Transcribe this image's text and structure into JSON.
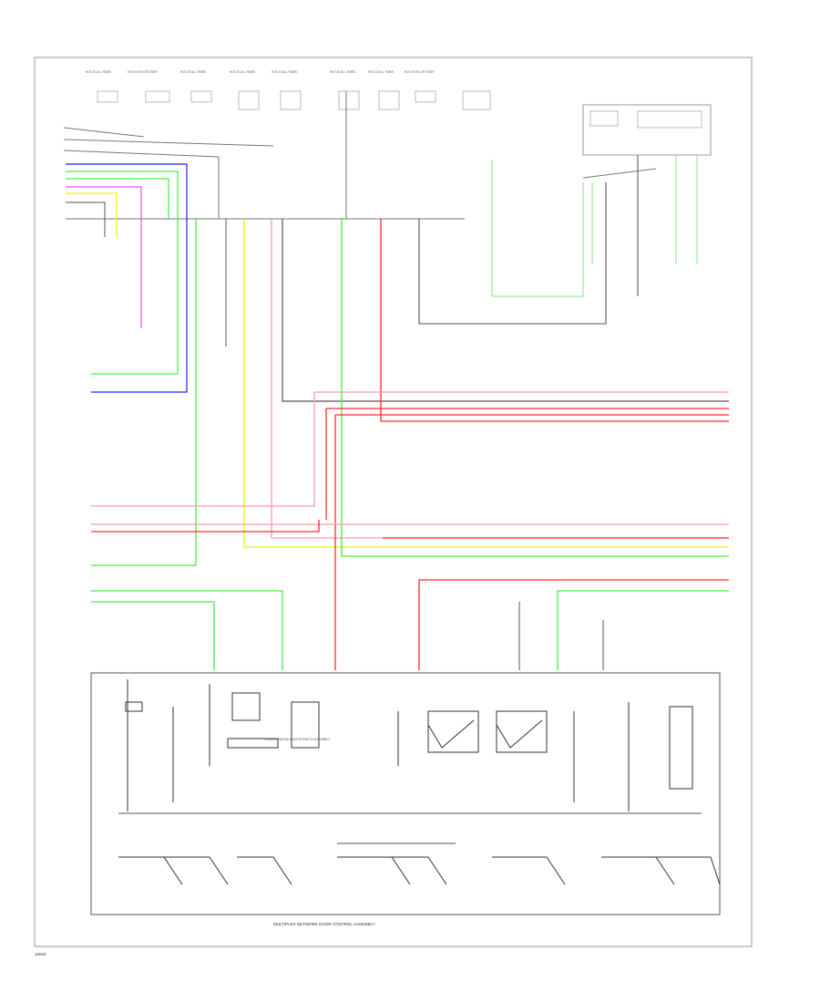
{
  "footer": {
    "page_code": "10040"
  },
  "ecu": {
    "title": "MULTIPLEX NETWORK DOOR CONTROL ASSEMBLY",
    "main_box_label": "POWER WINDOW MASTER SWITCH ASSEMBLY"
  },
  "top_labels": [
    "HOT AT ALL TIMES",
    "HOT IN ON OR START",
    "HOT AT ALL TIMES",
    "HOT AT ALL TIMES",
    "HOT AT ALL TIMES",
    "HOT AT ALL TIMES",
    "HOT AT ALL TIMES",
    "HOT IN ON OR START"
  ],
  "wire_colors": {
    "red": "#ff2a2a",
    "pink": "#ff9aa8",
    "green": "#44ee44",
    "yellow": "#f2f200",
    "blue": "#2222ff",
    "magenta": "#ff44ff",
    "gray": "#555555",
    "lightgreen": "#99ee99"
  }
}
